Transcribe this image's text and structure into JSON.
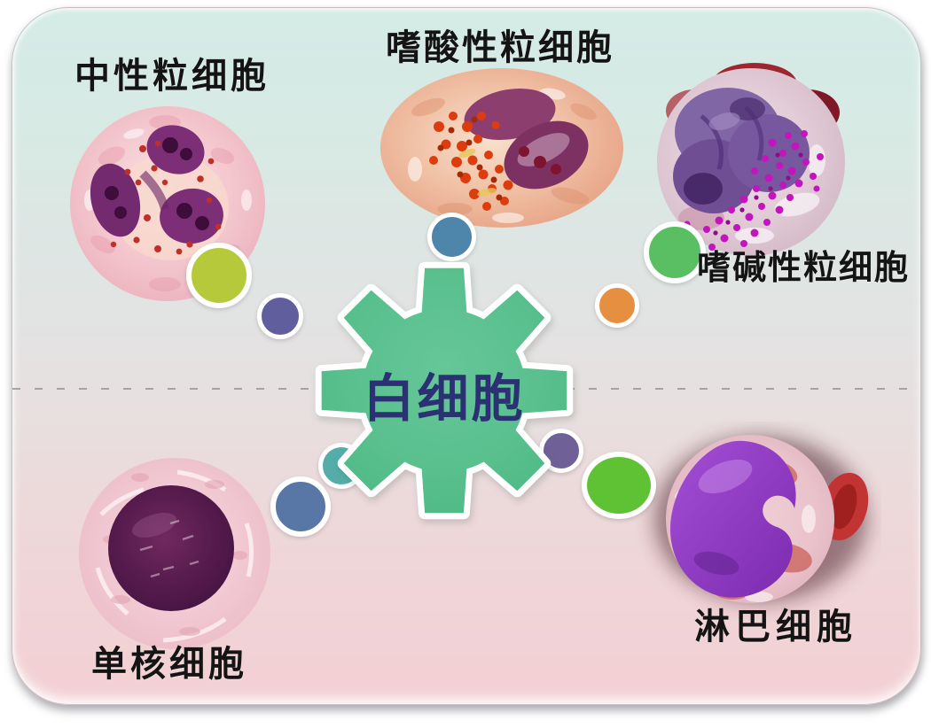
{
  "diagram": {
    "center": {
      "label": "白细胞",
      "shape": "gear",
      "fill": "#57BE8C",
      "text_color": "#2B3173"
    },
    "cells": [
      {
        "id": "neutrophil",
        "label": "中性粒细胞",
        "position": "top-left"
      },
      {
        "id": "eosinophil",
        "label": "嗜酸性粒细胞",
        "position": "top-center"
      },
      {
        "id": "basophil",
        "label": "嗜碱性粒细胞",
        "position": "top-right"
      },
      {
        "id": "monocyte",
        "label": "单核细胞",
        "position": "bottom-left"
      },
      {
        "id": "lymphocyte",
        "label": "淋巴细胞",
        "position": "bottom-right"
      }
    ],
    "dots": [
      {
        "id": "dot-lime",
        "color": "#B5C93B"
      },
      {
        "id": "dot-indigo",
        "color": "#615E9E"
      },
      {
        "id": "dot-blue",
        "color": "#4E86AB"
      },
      {
        "id": "dot-green",
        "color": "#5ABE62"
      },
      {
        "id": "dot-orange",
        "color": "#E78F41"
      },
      {
        "id": "dot-teal",
        "color": "#55ADA9"
      },
      {
        "id": "dot-steel-blue",
        "color": "#5877A6"
      },
      {
        "id": "dot-muted-purple",
        "color": "#6F6197"
      },
      {
        "id": "dot-bright-green",
        "color": "#5FC234"
      }
    ],
    "background": {
      "top": "#D4EBE6",
      "middle": "#E5E2E2",
      "bottom": "#F3CFD3"
    },
    "divider": {
      "style": "dashed",
      "color": "#98989A"
    }
  }
}
